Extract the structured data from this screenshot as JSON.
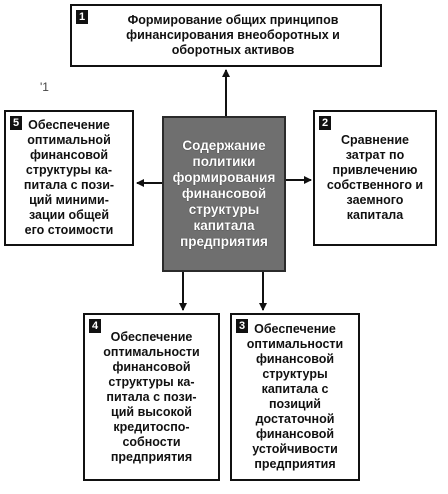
{
  "diagram": {
    "center": {
      "label": "Содержание\nполитики\nформирования\nфинансовой\nструктуры\nкапитала\nпредприятия"
    },
    "boxes": [
      {
        "number": "1",
        "label": "Формирование общих принципов\nфинансирования внеоборотных и\nоборотных активов"
      },
      {
        "number": "2",
        "label": "Сравнение\nзатрат по\nпривлечению\nсобственного и\nзаемного\nкапитала"
      },
      {
        "number": "3",
        "label": "Обеспечение\nоптимальности\nфинансовой\nструктуры\nкапитала с\nпозиций\nдостаточной\nфинансовой\nустойчивости\nпредприятия"
      },
      {
        "number": "4",
        "label": "Обеспечение\nоптимальности\nфинансовой\nструктуры ка-\nпитала с пози-\nций высокой\nкредитоспо-\nсобности\nпредприятия"
      },
      {
        "number": "5",
        "label": "Обеспечение\nоптимальной\nфинансовой\nструктуры ка-\nпитала с пози-\nций миними-\nзации общей\nего стоимости"
      }
    ],
    "stray_mark": "'1"
  },
  "colors": {
    "ink": "#111111",
    "center_fill": "#6f6f6f",
    "center_text": "#ffffff"
  }
}
